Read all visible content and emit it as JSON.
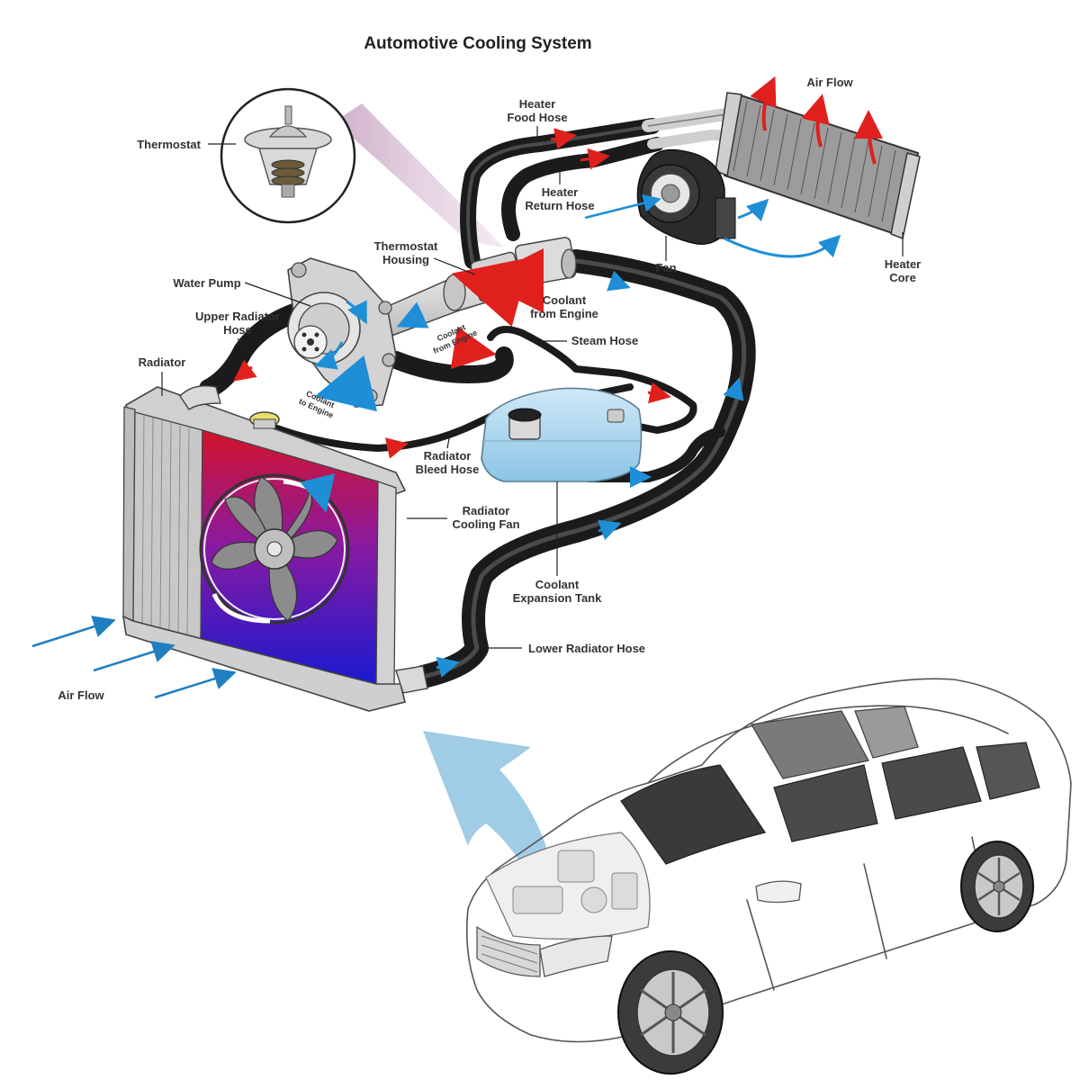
{
  "title": "Automotive Cooling System",
  "labels": {
    "thermostat": "Thermostat",
    "heater_food_hose_1": "Heater",
    "heater_food_hose_2": "Food Hose",
    "air_flow_top": "Air Flow",
    "heater_return_hose_1": "Heater",
    "heater_return_hose_2": "Return Hose",
    "thermostat_housing_1": "Thermostat",
    "thermostat_housing_2": "Housing",
    "water_pump": "Water Pump",
    "fan": "Fan",
    "heater_core_1": "Heater",
    "heater_core_2": "Core",
    "coolant_from_engine_1": "Coolant",
    "coolant_from_engine_2": "from Engine",
    "upper_radiator_hose_1": "Upper Radiator",
    "upper_radiator_hose_2": "Hose",
    "coolant_from_engine_small_1": "Coolant",
    "coolant_from_engine_small_2": "from Engine",
    "steam_hose": "Steam Hose",
    "radiator": "Radiator",
    "coolant_to_engine_1": "Coolant",
    "coolant_to_engine_2": "to Engine",
    "radiator_bleed_hose_1": "Radiator",
    "radiator_bleed_hose_2": "Bleed Hose",
    "radiator_cooling_fan_1": "Radiator",
    "radiator_cooling_fan_2": "Cooling Fan",
    "coolant_expansion_tank_1": "Coolant",
    "coolant_expansion_tank_2": "Expansion Tank",
    "lower_radiator_hose": "Lower Radiator Hose",
    "air_flow_bottom": "Air Flow"
  },
  "colors": {
    "hose": "#1b1b1b",
    "flow_cold": "#1e8fd6",
    "flow_hot": "#e0201c",
    "radiator_hot": "#d4142a",
    "radiator_cold": "#1a1ad0",
    "tank": "#a9d3ec",
    "airflow_big": "#8fc4e0"
  },
  "icons": {
    "thermostat": "thermostat-icon",
    "water_pump": "water-pump-icon",
    "fan": "blower-fan-icon",
    "heater_core": "heater-core-icon",
    "radiator": "radiator-icon",
    "expansion_tank": "expansion-tank-icon",
    "car": "car-icon"
  }
}
